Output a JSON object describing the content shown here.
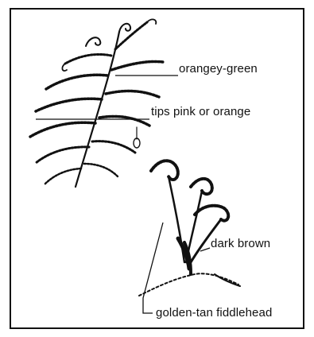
{
  "labels": {
    "orangey_green": "orangey-green",
    "tips": "tips pink or orange",
    "dark_brown": "dark brown",
    "golden_tan": "golden-tan fiddlehead"
  }
}
